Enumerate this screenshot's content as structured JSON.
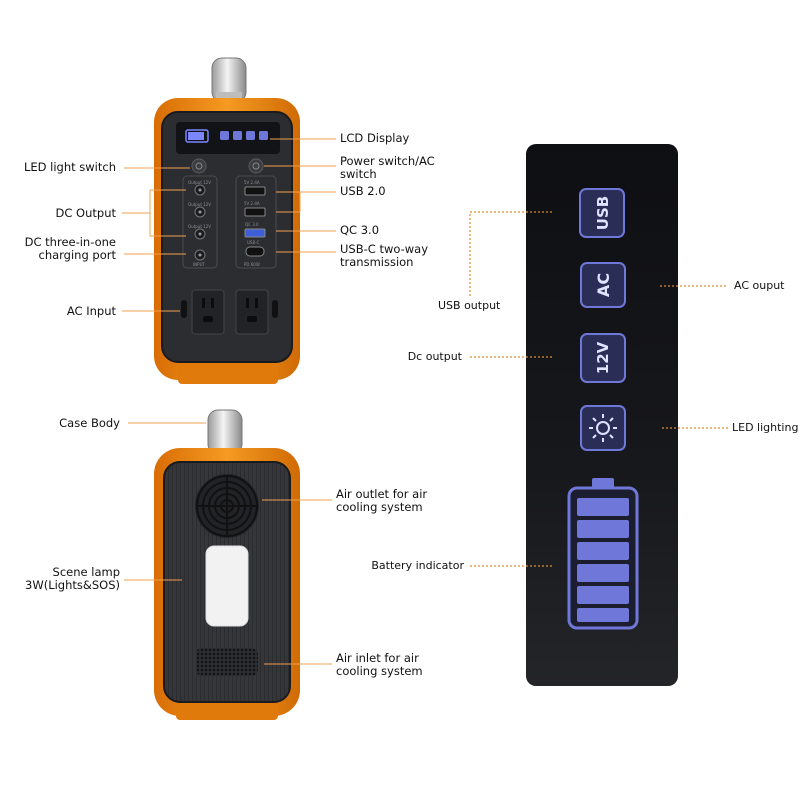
{
  "front_labels": {
    "lcd_display": "LCD Display",
    "led_light_switch": "LED light switch",
    "power_switch": "Power switch/AC\nswitch",
    "usb_2": "USB 2.0",
    "dc_output": "DC Output",
    "qc_3": "QC 3.0",
    "dc_three_in_one": "DC three-in-one\ncharging port",
    "usb_c": "USB-C two-way\ntransmission",
    "ac_input": "AC Input"
  },
  "back_labels": {
    "case_body": "Case Body",
    "air_outlet": "Air outlet for air\ncooling system",
    "scene_lamp": "Scene lamp\n3W(Lights&SOS)",
    "air_inlet": "Air inlet for air\ncooling system"
  },
  "panel_labels": {
    "usb_output": "USB output",
    "ac_output": "AC ouput",
    "dc_output": "Dc output",
    "led_lighting": "LED lighting",
    "battery_indicator": "Battery indicator"
  },
  "panel_icons": {
    "usb": "USB",
    "ac": "AC",
    "twelve_v": "12V"
  },
  "device_text": {
    "output_12v": "Output 12V",
    "input": "INPUT",
    "pd_60w": "PD 60W",
    "usb_5v": "5V 2.4A",
    "qc_30": "QC 3.0",
    "usb_c": "USB-C"
  },
  "colors": {
    "accent_orange": "#f08a14",
    "device_dark": "#2b2d31",
    "panel_black": "#121317",
    "icon_blue": "#6f78d8",
    "leader_orange": "#f0a050"
  }
}
